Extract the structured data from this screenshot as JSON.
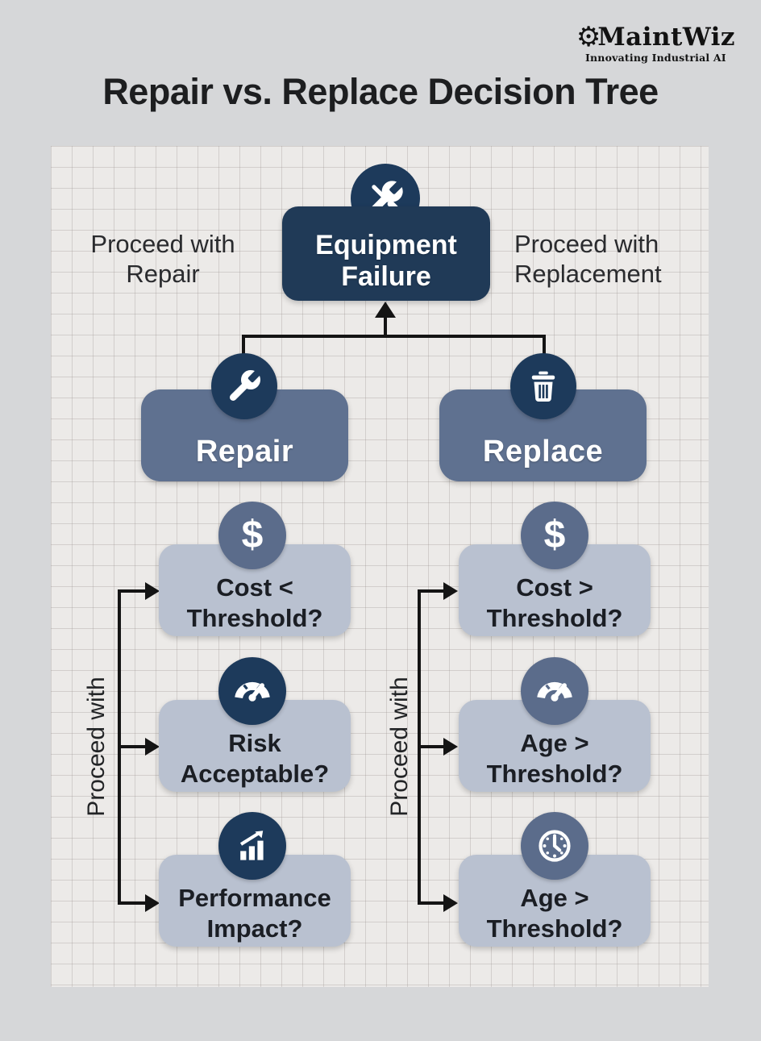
{
  "logo": {
    "brand": "MaintWiz",
    "tagline": "Innovating Industrial AI",
    "gear_glyph": "⚙"
  },
  "title": "Repair vs. Replace Decision Tree",
  "annotations": {
    "left": {
      "line1": "Proceed with",
      "line2": "Repair"
    },
    "right": {
      "line1": "Proceed with",
      "line2": "Replacement"
    }
  },
  "root": {
    "line1": "Equipment",
    "line2": "Failure",
    "icon": "tools-icon"
  },
  "branches": {
    "repair": {
      "label": "Repair",
      "icon": "wrench-icon"
    },
    "replace": {
      "label": "Replace",
      "icon": "trash-icon"
    }
  },
  "repair_path": {
    "rail_label": "Proceed with",
    "items": [
      {
        "line1": "Cost <",
        "line2": "Threshold?",
        "icon": "dollar-icon"
      },
      {
        "line1": "Risk",
        "line2": "Acceptable?",
        "icon": "gauge-icon"
      },
      {
        "line1": "Performance",
        "line2": "Impact?",
        "icon": "bar-chart-icon"
      }
    ]
  },
  "replace_path": {
    "rail_label": "Proceed with",
    "items": [
      {
        "line1": "Cost >",
        "line2": "Threshold?",
        "icon": "dollar-icon"
      },
      {
        "line1": "Age >",
        "line2": "Threshold?",
        "icon": "gauge-icon"
      },
      {
        "line1": "Age >",
        "line2": "Threshold?",
        "icon": "clock-icon"
      }
    ]
  },
  "glyphs": {
    "dollar": "$"
  },
  "palette": {
    "page_background": "#d6d7d9",
    "grid_background": "#eceae8",
    "grid_line": "#cfccc9",
    "dark_navy": "#203a57",
    "icon_circle_dark": "#1d3a5b",
    "slate": "#5f7190",
    "icon_circle_medium": "#5b6c8b",
    "light_slate": "#b9c1d0",
    "connector": "#141414",
    "text_dark": "#212428",
    "text_white": "#ffffff"
  }
}
